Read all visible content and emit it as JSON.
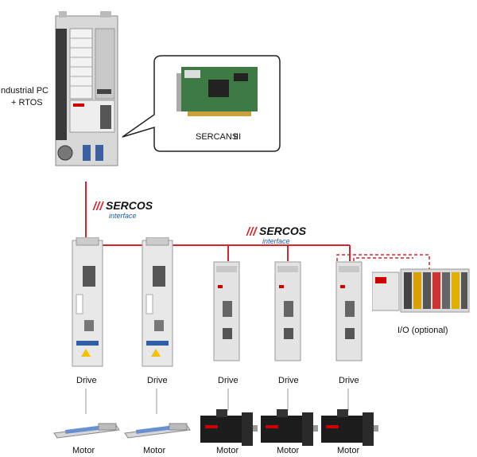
{
  "pc": {
    "line1": "Industrial PC",
    "line2": "+ RTOS"
  },
  "card": {
    "label": "SERCANS",
    "suffix": "III"
  },
  "bus_logo": {
    "brand": "SERCOS",
    "sub": "interface"
  },
  "drives": [
    "Drive",
    "Drive",
    "Drive",
    "Drive",
    "Drive"
  ],
  "motors": [
    "Motor",
    "Motor",
    "Motor",
    "Motor",
    "Motor"
  ],
  "io": {
    "label": "I/O  (optional)"
  },
  "colors": {
    "bus": "#d9232d",
    "brand_red": "#d9232d",
    "brand_blue": "#1a5aa8",
    "link": "#999999"
  }
}
